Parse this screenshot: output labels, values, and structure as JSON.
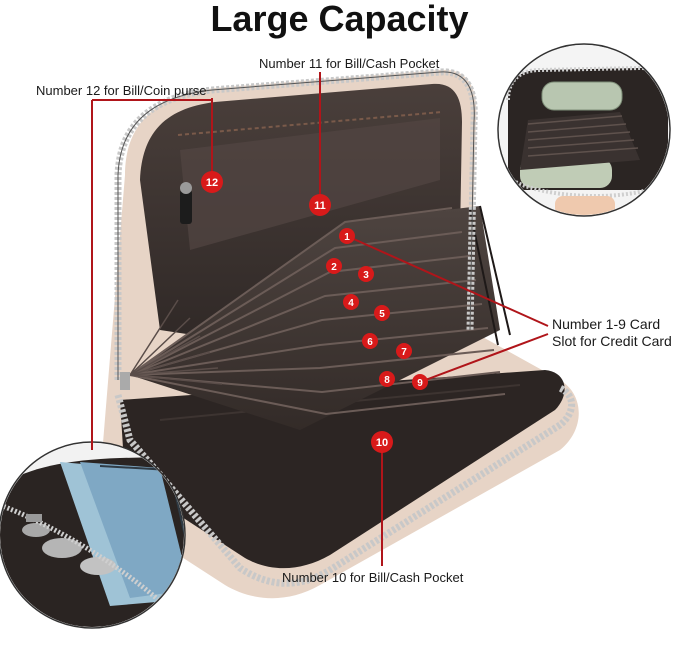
{
  "heading": "Large Capacity",
  "callouts": {
    "bill_coin_purse": "Number 12 for Bill/Coin purse",
    "bill_cash_top": "Number 11 for Bill/Cash Pocket",
    "card_slots_line1": "Number 1-9 Card",
    "card_slots_line2": "Slot for Credit Card",
    "bill_cash_bottom": "Number 10 for Bill/Cash Pocket"
  },
  "badges": [
    "1",
    "2",
    "3",
    "4",
    "5",
    "6",
    "7",
    "8",
    "9",
    "10",
    "11",
    "12"
  ],
  "colors": {
    "badge_red": "#d81a1a",
    "leader_red": "#b0151a",
    "wallet_interior": "#3b322f",
    "wallet_exterior": "#e7d4c6",
    "zipper_silver": "#c8c8c8"
  }
}
